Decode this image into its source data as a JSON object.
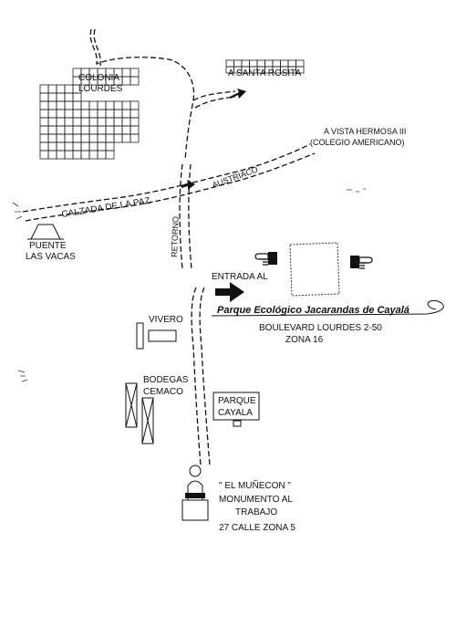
{
  "labels": {
    "colonia_l1": "COLONIA",
    "colonia_l2": "LOURDES",
    "santa_rosita": "A SANTA ROSITA",
    "vista_l1": "A VISTA HERMOSA III",
    "vista_l2": "(COLEGIO AMERICANO)",
    "austriaco": "AUSTRIACO",
    "calzada": "CALZADA DE LA PAZ",
    "puente_l1": "PUENTE",
    "puente_l2": "LAS VACAS",
    "retorno": "RETORNO",
    "entrada": "ENTRADA AL",
    "parque_name": "Parque Ecológico Jacarandas de Cayalá",
    "boulevard": "BOULEVARD LOURDES 2-50",
    "zona16": "ZONA 16",
    "vivero": "VIVERO",
    "bodegas_l1": "BODEGAS",
    "bodegas_l2": "CEMACO",
    "pcayala_l1": "PARQUE",
    "pcayala_l2": "CAYALA",
    "munecon": "\" EL MUÑECON \"",
    "monumento_l1": "MONUMENTO AL",
    "monumento_l2": "TRABAJO",
    "calle27": "27 CALLE ZONA 5"
  },
  "icons": {
    "pointing_hand_left": "pointing-hand-icon",
    "pointing_hand_right": "pointing-hand-icon",
    "direction_arrow": "arrow-right-icon",
    "monument": "statue-icon"
  }
}
